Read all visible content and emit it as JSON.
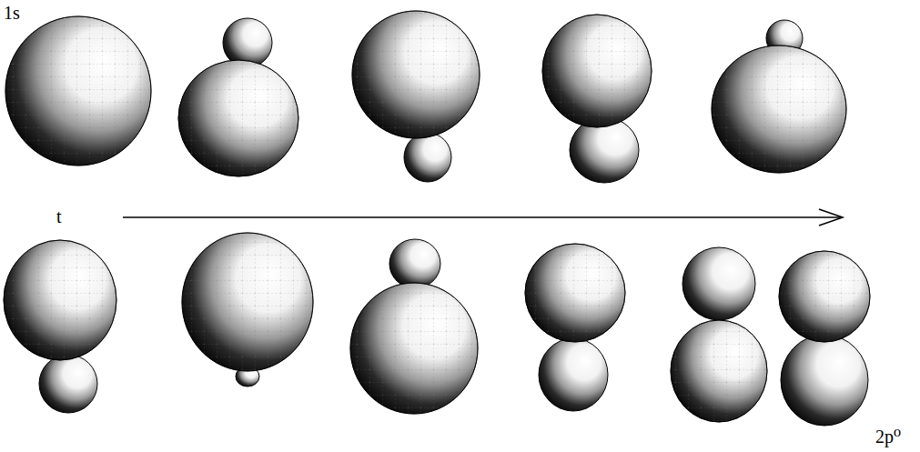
{
  "diagram": {
    "labels": [
      "1s",
      "t",
      "2p⁰"
    ]
  }
}
